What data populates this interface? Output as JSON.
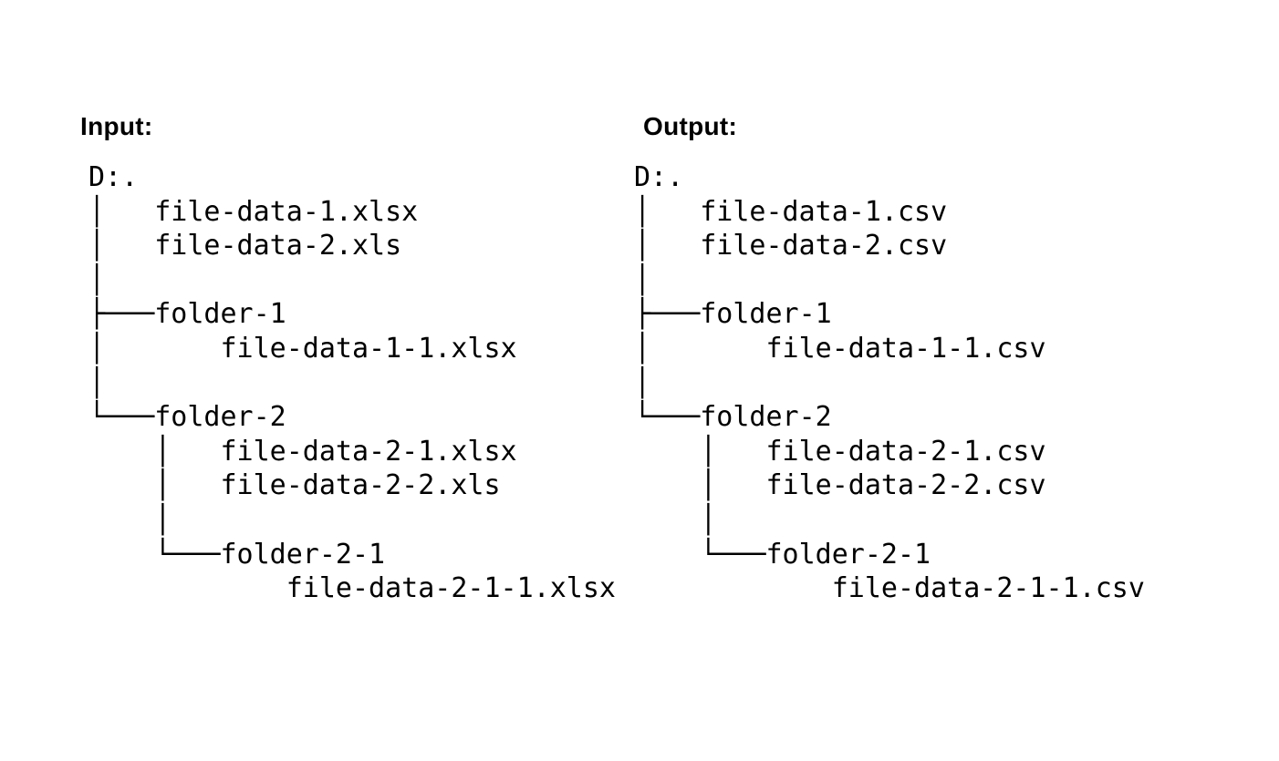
{
  "page": {
    "background": "#ffffff",
    "text_color": "#000000"
  },
  "panels": [
    {
      "id": "input",
      "heading": "Input:",
      "tree": {
        "root": "D:.",
        "ascii_lines": [
          "D:.",
          "│   file-data-1.xlsx",
          "│   file-data-2.xls",
          "│",
          "├───folder-1",
          "│       file-data-1-1.xlsx",
          "│",
          "└───folder-2",
          "    │   file-data-2-1.xlsx",
          "    │   file-data-2-2.xls",
          "    │",
          "    └───folder-2-1",
          "            file-data-2-1-1.xlsx"
        ],
        "structure": {
          "root": "D:.",
          "files": [
            "file-data-1.xlsx",
            "file-data-2.xls"
          ],
          "folders": [
            {
              "name": "folder-1",
              "files": [
                "file-data-1-1.xlsx"
              ]
            },
            {
              "name": "folder-2",
              "files": [
                "file-data-2-1.xlsx",
                "file-data-2-2.xls"
              ],
              "folders": [
                {
                  "name": "folder-2-1",
                  "files": [
                    "file-data-2-1-1.xlsx"
                  ]
                }
              ]
            }
          ]
        }
      }
    },
    {
      "id": "output",
      "heading": "Output:",
      "tree": {
        "root": "D:.",
        "ascii_lines": [
          "D:.",
          "│   file-data-1.csv",
          "│   file-data-2.csv",
          "│",
          "├───folder-1",
          "│       file-data-1-1.csv",
          "│",
          "└───folder-2",
          "    │   file-data-2-1.csv",
          "    │   file-data-2-2.csv",
          "    │",
          "    └───folder-2-1",
          "            file-data-2-1-1.csv"
        ],
        "structure": {
          "root": "D:.",
          "files": [
            "file-data-1.csv",
            "file-data-2.csv"
          ],
          "folders": [
            {
              "name": "folder-1",
              "files": [
                "file-data-1-1.csv"
              ]
            },
            {
              "name": "folder-2",
              "files": [
                "file-data-2-1.csv",
                "file-data-2-2.csv"
              ],
              "folders": [
                {
                  "name": "folder-2-1",
                  "files": [
                    "file-data-2-1-1.csv"
                  ]
                }
              ]
            }
          ]
        }
      }
    }
  ]
}
